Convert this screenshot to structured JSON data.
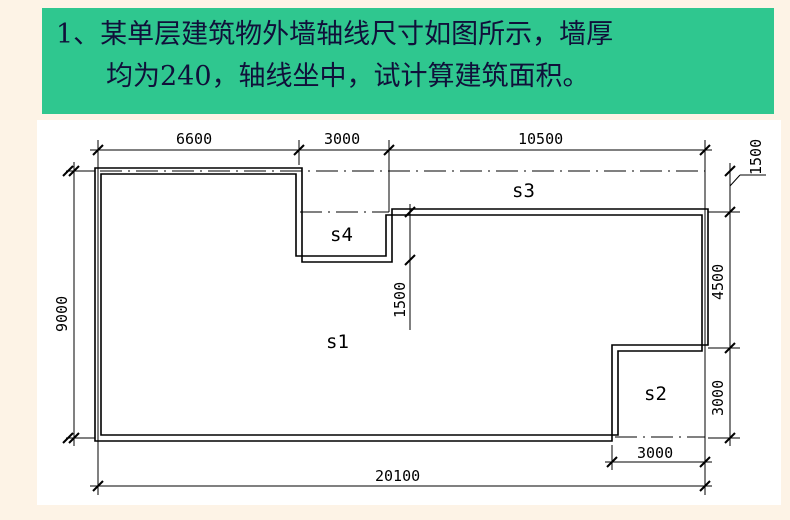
{
  "problem": {
    "line1": "1、某单层建筑物外墙轴线尺寸如图所示，墙厚",
    "line2": "均为240，轴线坐中，试计算建筑面积。"
  },
  "drawing": {
    "top_dims": [
      "6600",
      "3000",
      "10500"
    ],
    "bottom_dim_total": "20100",
    "bottom_dim_s2": "3000",
    "left_dim": "9000",
    "right_dims": [
      "1500",
      "4500",
      "3000"
    ],
    "inner_dim": "1500",
    "regions": [
      "s1",
      "s2",
      "s3",
      "s4"
    ]
  },
  "colors": {
    "title_bg": "#2fc78f",
    "page_bg": "#fdf3e6",
    "drawing_bg": "#ffffff",
    "line": "#000000"
  }
}
